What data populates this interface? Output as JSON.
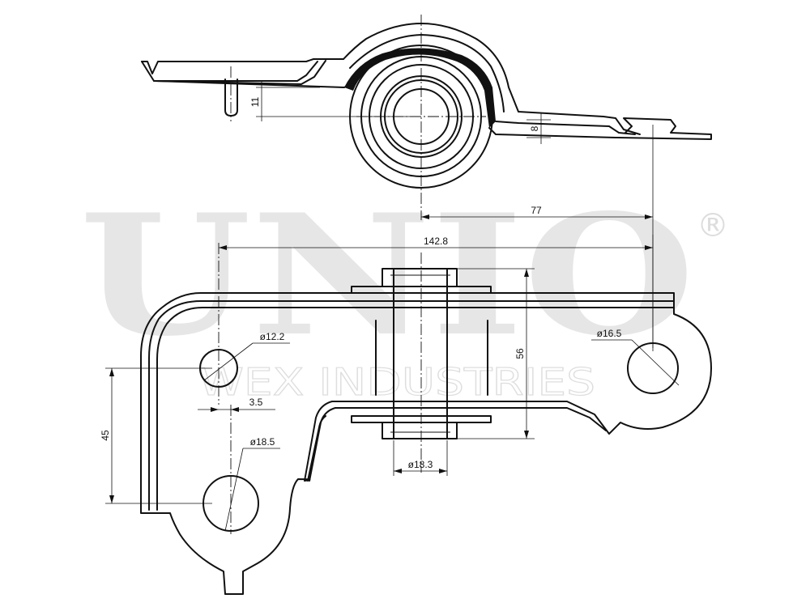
{
  "watermark": {
    "brand": "UNIO",
    "registered_mark": "®",
    "company": "WEX INDUSTRIES"
  },
  "dimensions": {
    "offset_vertical_top": "11",
    "flange_height": "8",
    "center_to_right_hole": "77",
    "overall_hole_spacing": "142.8",
    "bushing_length": "56",
    "vertical_hole_spacing": "45",
    "small_offset": "3.5",
    "bushing_diameter": "ø18.3",
    "upper_left_hole_diameter": "ø12.2",
    "lower_left_hole_diameter": "ø18.5",
    "right_hole_diameter": "ø16.5"
  }
}
